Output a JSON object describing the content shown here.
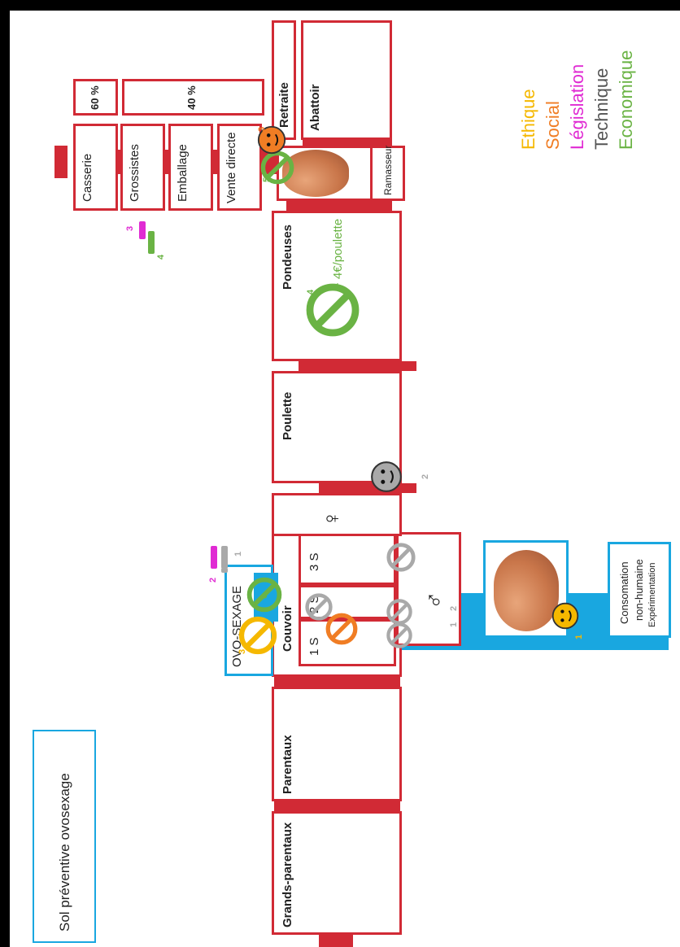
{
  "title": "Sol préventive ovosexage",
  "stages": {
    "grands_parentaux": "Grands-parentaux",
    "parentaux": "Parentaux",
    "couvoir": "Couvoir",
    "ovosexage": "OVO-SEXAGE",
    "slot_1s": "1 S",
    "slot_2s": "2 S",
    "slot_3s": "3 S",
    "female_symbol": "♀",
    "male_symbol": "♂",
    "poulette": "Poulette",
    "pondeuses": "Pondeuses",
    "pondeuses_note": "+ 4€/poulette",
    "ramasseur": "Ramasseur",
    "retraite": "Retraite",
    "abattoir": "Abattoir",
    "consumption_line1": "Consomation",
    "consumption_line2": "non-humaine",
    "consumption_line3": "Expérimentation"
  },
  "channels": {
    "casserie": "Casserie",
    "grossistes": "Grossistes",
    "emballage": "Emballage",
    "vente_directe": "Vente directe",
    "share_60": "60 %",
    "share_40": "40 %"
  },
  "markers": {
    "m1": "1",
    "m2": "2",
    "m3": "3",
    "m4": "4",
    "m5": "5",
    "m6": "6"
  },
  "legend": [
    {
      "label": "Ethique",
      "color": "#f5b800"
    },
    {
      "label": "Social",
      "color": "#f07d24"
    },
    {
      "label": "Législation",
      "color": "#e02bd3"
    },
    {
      "label": "Technique",
      "color": "#555555"
    },
    {
      "label": "Economique",
      "color": "#6ab344"
    }
  ],
  "colors": {
    "frame": "#d12a35",
    "highlight": "#19a7e0",
    "ethique": "#f5b800",
    "social": "#f07d24",
    "legislation": "#e02bd3",
    "technique": "#a9a9a9",
    "economique": "#6ab344"
  }
}
